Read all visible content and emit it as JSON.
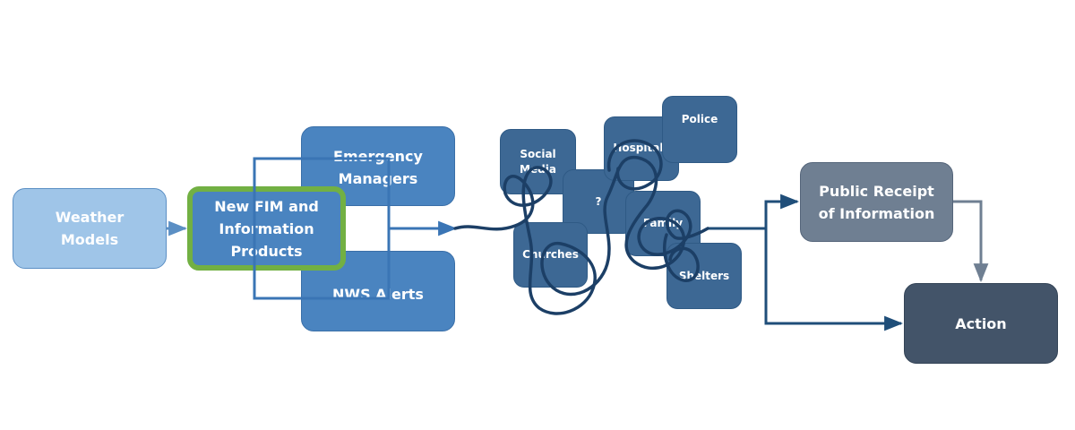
{
  "nodes": {
    "weather_models": {
      "lines": [
        "Weather",
        "Models"
      ]
    },
    "new_fim": {
      "lines": [
        "New FIM and",
        "Information",
        "Products"
      ]
    },
    "emergency_managers": {
      "lines": [
        "Emergency",
        "Managers"
      ]
    },
    "nws_alerts": {
      "lines": [
        "NWS Alerts"
      ]
    },
    "social_media": {
      "lines": [
        "Social",
        "Media"
      ]
    },
    "unknown": {
      "lines": [
        "?"
      ]
    },
    "hospitals": {
      "lines": [
        "Hospitals"
      ]
    },
    "police": {
      "lines": [
        "Police"
      ]
    },
    "family": {
      "lines": [
        "Family"
      ]
    },
    "churches": {
      "lines": [
        "Churches"
      ]
    },
    "shelters": {
      "lines": [
        "Shelters"
      ]
    },
    "public_receipt": {
      "lines": [
        "Public Receipt",
        "of Information"
      ]
    },
    "action": {
      "lines": [
        "Action"
      ]
    }
  },
  "colors": {
    "weather_fill": "#9fc5e8",
    "primary_fill": "#4a84c0",
    "highlight_border": "#72b043",
    "network_fill": "#3d6894",
    "public_fill": "#6f7f92",
    "action_fill": "#435469",
    "connector_light": "#5b8fc4",
    "connector_dark": "#1f4e79",
    "connector_gray": "#6f7f92",
    "tangle_stroke": "#1c3f66"
  }
}
